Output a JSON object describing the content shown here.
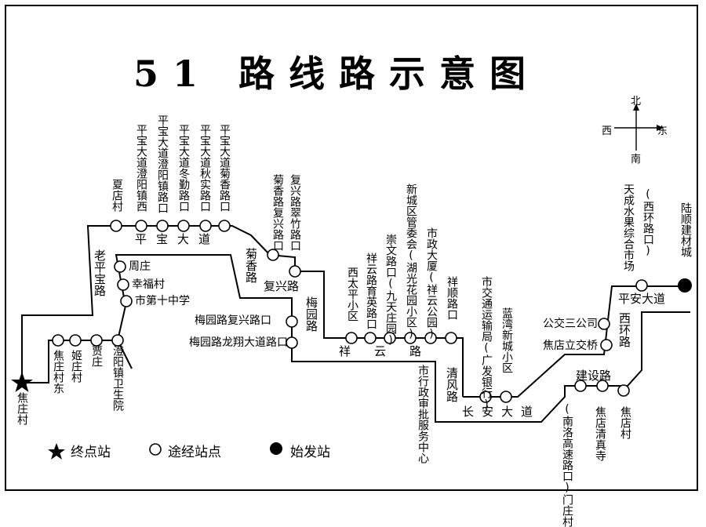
{
  "title": "51 路线路示意图",
  "compass": {
    "north": "北",
    "south": "南",
    "west": "西",
    "east": "东"
  },
  "legend": {
    "terminal": "终点站",
    "via": "途经站点",
    "origin": "始发站"
  },
  "stations": {
    "jiaozhuang": "焦庄村",
    "jiaozhuang_east": "焦庄村东",
    "jizhuang": "姬庄村",
    "jiazhuang": "贾庄",
    "chengyang_weisheng": "澄阳镇卫生院",
    "shidishi": "市第十中学",
    "xingfu": "幸福村",
    "zhouzhuang": "周庄",
    "xiadian": "夏店村",
    "pb_chengyang_west": "平宝大道澄阳镇西",
    "pb_chengyang_road": "平宝大道澄阳镇路口",
    "pb_dongqin": "平宝大道冬勤路口",
    "pb_qiushi": "平宝大道秋实路口",
    "pb_juxiang": "平宝大道菊香路口",
    "juxiang_fuxing": "菊香路复兴路口",
    "fuxing_cuizhu": "复兴路翠竹路口",
    "meiyuan_fuxing": "梅园路复兴路口",
    "meiyuan_longxiang": "梅园路龙翔大道路口",
    "xitaiping": "西太平小区",
    "xiangyun_yuying": "祥云路育英路口",
    "chongwen": "崇文路口(九天庄园)",
    "xinchengqu": "新城区管委会(湖光花园小区)",
    "shizhengdasha": "市政大厦(祥云公园)",
    "xiangshun": "祥顺路口",
    "shixingzheng": "市行政审批服务中心",
    "shijiaotong": "市交通运输局(广发银行)",
    "lanwan": "蓝湾新城小区",
    "jiaodian_jiaoqiao": "焦店立交桥",
    "gongjiao_san": "公交三公司",
    "tiancheng": "天成水果综合市场",
    "xihuan_kou": "(西环路口)",
    "luxun": "陆顺建材城",
    "jiaodian_village": "焦店村",
    "jiaodian_qingzhen": "焦店清真寺",
    "nanluo_menzhuang": "(南洛高速路口)门庄村"
  },
  "roads": {
    "laopingbao": "老平宝路",
    "pingbao": "平宝大道",
    "juxiang": "菊香路",
    "fuxing": "复兴路",
    "meiyuan": "梅园路",
    "xiangyun": "祥云路",
    "qingfeng": "清风路",
    "changan": "长安大道",
    "xihuan": "西环路",
    "pingan": "平安大道",
    "jianshe": "建设路"
  }
}
